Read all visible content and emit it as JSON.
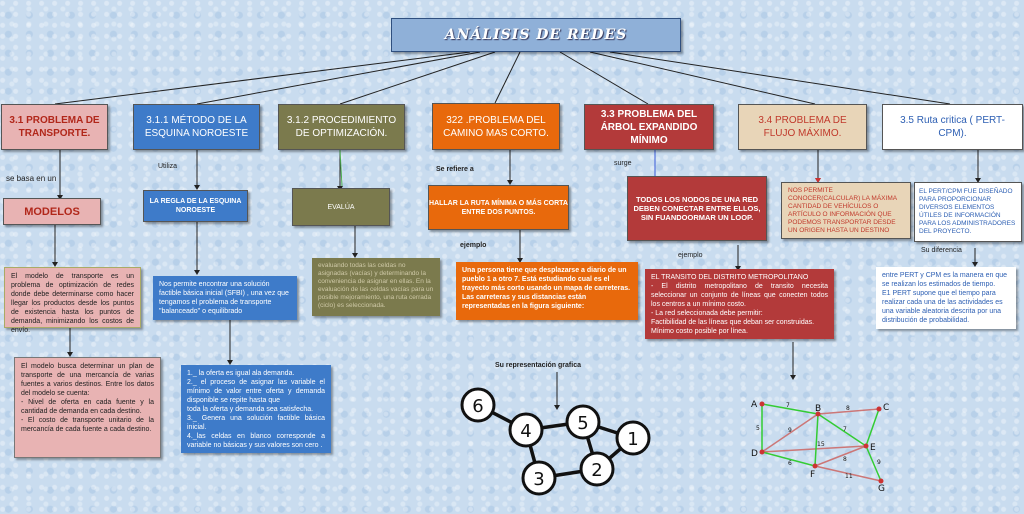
{
  "title": "ANÁLISIS DE REDES",
  "columns": {
    "c1": {
      "header": "3.1 PROBLEMA DE TRANSPORTE.",
      "label1": "se basa en un",
      "box2": "MODELOS",
      "para1": "El modelo de transporte es un problema de optimización de redes donde debe determinarse como hacer llegar los productos desde los puntos de existencia hasta los puntos de demanda, minimizando los costos de envío.",
      "para2": "El modelo busca determinar un plan de transporte de una mercancía de varias fuentes a varios destinos. Entre los datos del modelo se cuenta:\n- Nivel de oferta en cada fuente y la cantidad de demanda en cada destino.\n- El costo de transporte unitario de la mercancía de cada fuente a cada destino."
    },
    "c2": {
      "header": "3.1.1 MÉTODO DE LA ESQUINA NOROESTE",
      "label1": "Utiliza",
      "box2": "LA REGLA DE LA ESQUINA NOROESTE",
      "para1": "Nos permite encontrar una solución factible básica inicial (SFBI) , una vez que tengamos el problema de transporte \"balanceado\" o equilibrado",
      "para2": "1._ la oferta es igual ala demanda.\n2._ el proceso de asignar las variable el mínimo de valor entre oferta y demanda disponible se repite hasta que\ntoda la oferta y demanda sea satisfecha.\n3._ Genera una solución factible básica inicial.\n4._las celdas en blanco corresponde a variable no básicas y sus valores son cero ."
    },
    "c3": {
      "header": "3.1.2 PROCEDIMIENTO DE OPTIMIZACIÓN.",
      "box2": "EVALÚA",
      "para1": "evaluando todas las celdas no asignadas (vacías) y determinando la conveniencia de asignar en ellas. En la evaluación de las celdas vacías para un posible mejoramiento, una ruta cerrada (ciclo) es seleccionada."
    },
    "c4": {
      "header": "322 .PROBLEMA DEL CAMINO MAS CORTO.",
      "label1": "Se refiere a",
      "box2": "HALLAR LA RUTA MÍNIMA O MÁS CORTA ENTRE DOS PUNTOS.",
      "label2": "ejemplo",
      "para1": "Una persona tiene que desplazarse a diario de un pueblo 1 a otro 7. Está estudiando cual es el trayecto más corto usando un mapa de carreteras. Las carreteras y sus distancias están representadas en la figura siguiente:",
      "label3": "Su representación grafica",
      "graph_nodes": [
        "6",
        "4",
        "5",
        "1",
        "3",
        "2"
      ]
    },
    "c5": {
      "header": "3.3 PROBLEMA DEL ÁRBOL EXPANDIDO MÍNIMO",
      "label1": "surge",
      "box2": "TODOS LOS NODOS DE UNA RED DEBEN CONECTAR ENTRE ELLOS, SIN FUANDOORMAR UN LOOP.",
      "label2": "ejemplo",
      "para1": "EL TRANSITO DEL DISTRITO METROPOLITANO\n- El distrito metropolitano de transito necesita seleccionar un conjunto de líneas que conecten todos los centros a un mínimo costo.\n- La red seleccionada debe permitir:\nFactibilidad de las líneas que deban ser construidas.\nMínimo costo posible por línea.",
      "graph_nodes": [
        "A",
        "B",
        "C",
        "D",
        "E",
        "F",
        "G"
      ],
      "graph_weights": [
        "7",
        "8",
        "5",
        "9",
        "7",
        "15",
        "6",
        "8",
        "9",
        "11"
      ]
    },
    "c6": {
      "header": "3.4 PROBLEMA DE FLUJO MÁXIMO.",
      "box2": "NOS PERMITE CONOCER(CALCULAR) LA MÁXIMA CANTIDAD DE VEHÍCULOS O ARTÍCULO O INFORMACIÓN QUE PODEMOS TRANSPORTAR DESDE UN ORIGEN HASTA UN DESTINO"
    },
    "c7": {
      "header": "3.5 Ruta critica ( PERT-CPM).",
      "box2": "EL PERT/CPM FUE DISEÑADO PARA PROPORCIONAR DIVERSOS ELEMENTOS ÚTILES DE INFORMACIÓN PARA LOS ADMINISTRADORES DEL PROYECTO.",
      "label1": "Su diferencia",
      "para1": "entre PERT y CPM es la manera en que se realizan los estimados de tiempo.\nE1 PERT supone que el tiempo para realizar cada una de las actividades es una variable aleatoria descrita por una distribución de probabilidad."
    }
  },
  "colors": {
    "title_bg": "#8fb0d8",
    "pink": "#e8b3b3",
    "blue": "#3e7bc9",
    "olive": "#7b7a4d",
    "orange": "#e8690c",
    "red": "#b33a3a",
    "tan": "#e8d5b8",
    "white": "#ffffff",
    "graph_edge_green": "#33cc33"
  }
}
